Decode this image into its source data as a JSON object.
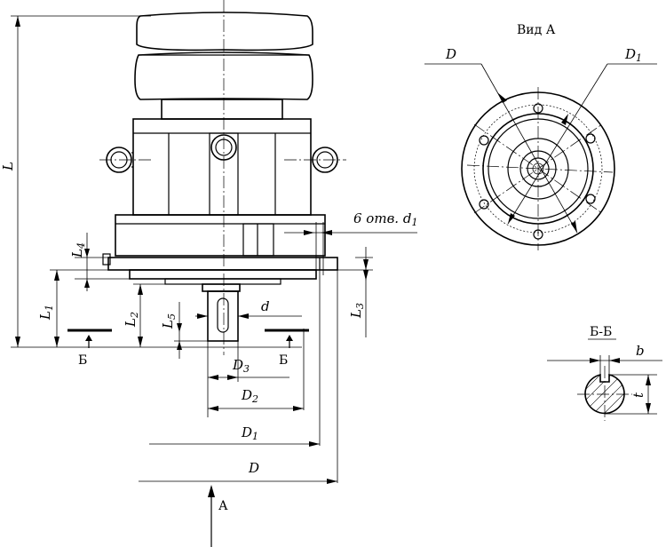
{
  "view_a": {
    "title": "Вид А",
    "dim_d": "D",
    "dim_d1": "D",
    "dim_d1_sub": "1"
  },
  "section_bb": {
    "title": "Б-Б",
    "dim_b": "b",
    "dim_t": "t"
  },
  "front": {
    "dim_l": "L",
    "dim_l1": "L",
    "dim_l1_sub": "1",
    "dim_l2": "L",
    "dim_l2_sub": "2",
    "dim_l3": "L",
    "dim_l3_sub": "3",
    "dim_l4": "L",
    "dim_l4_sub": "4",
    "dim_l5": "L",
    "dim_l5_sub": "5",
    "dim_d_small": "d",
    "holes_label": "6 отв. d",
    "holes_sub": "1",
    "dim_d3": "D",
    "dim_d3_sub": "3",
    "dim_d2": "D",
    "dim_d2_sub": "2",
    "dim_d1": "D",
    "dim_d1_sub": "1",
    "dim_d": "D",
    "section_mark_left": "Б",
    "section_mark_right": "Б",
    "view_arrow_label": "А"
  }
}
